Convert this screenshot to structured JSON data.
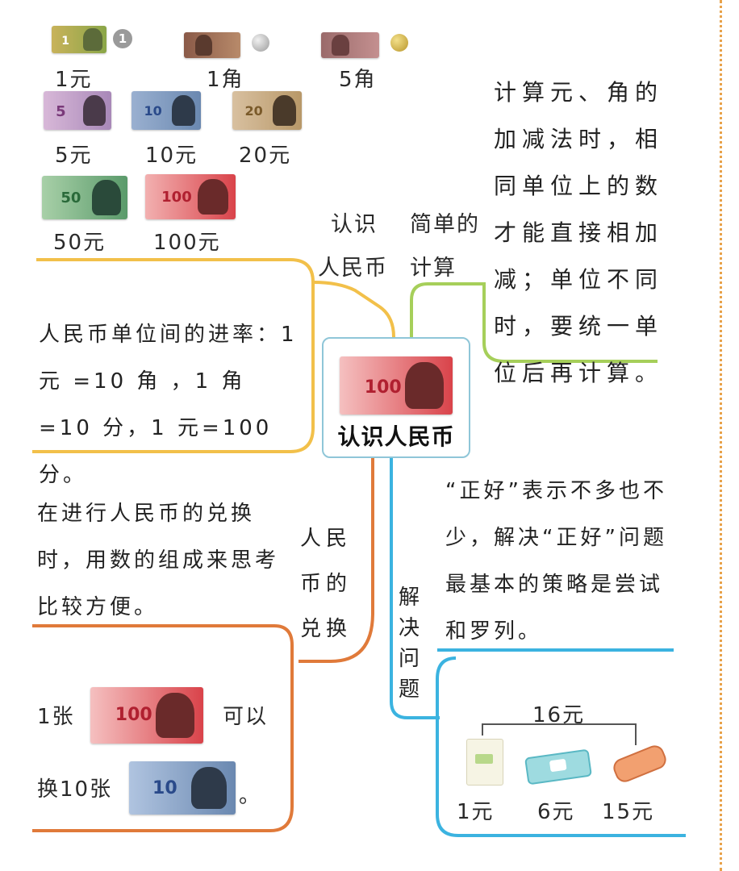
{
  "money_row1": [
    "1元",
    "1角",
    "5角"
  ],
  "money_row2": [
    "5元",
    "10元",
    "20元"
  ],
  "money_row3": [
    "50元",
    "100元"
  ],
  "bill_numbers": {
    "b1": "1",
    "b5": "5",
    "b10": "10",
    "b20": "20",
    "b50": "50",
    "b100": "100",
    "coin1": "1"
  },
  "center": {
    "title": "认识人民币",
    "bill": "100"
  },
  "branches": {
    "recognize": "认识人民币",
    "recognize_line1": "认识",
    "recognize_line2": "人民币",
    "calc_line1": "简单的",
    "calc_line2": "计算",
    "exchange": "人民币的兑换",
    "solve": "解决问题"
  },
  "notes": {
    "rate": "人民币单位间的进率：1 元 =10 角 ，1 角 =10 分，1 元=100 分。",
    "calc": "计算元、角的加减法时，相同单位上的数才能直接相加减；单位不同时，要统一单位后再计算。",
    "exchange": "在进行人民币的兑换时，用数的组成来思考比较方便。",
    "just_right": "“正好”表示不多也不少，解决“正好”问题最基本的策略是尝试和罗列。"
  },
  "exchange_example": {
    "part1": "1张",
    "part2": "可以",
    "part3": "换10张",
    "part4": "。",
    "bill_a": "100",
    "bill_b": "10"
  },
  "problem": {
    "total": "16元",
    "prices": [
      "1元",
      "6元",
      "15元"
    ]
  },
  "colors": {
    "yellow": "#f2c04a",
    "green": "#a6cf5a",
    "orange": "#e07a3a",
    "blue": "#3bb3e0",
    "red_note": "#d9434a",
    "box_border": "#8fc6d8"
  }
}
